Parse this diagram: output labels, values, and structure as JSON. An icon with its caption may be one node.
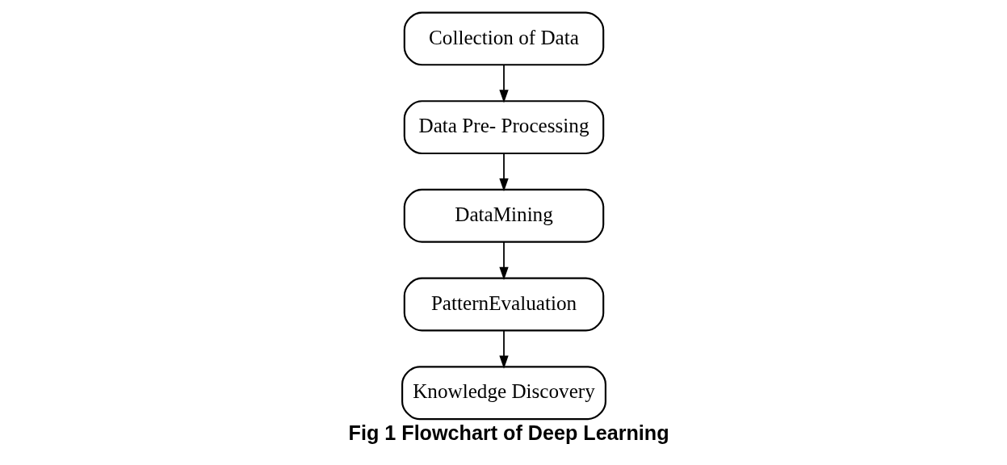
{
  "diagram": {
    "caption": "Fig 1 Flowchart of Deep Learning",
    "nodes": [
      {
        "text": [
          "Collection of Data"
        ]
      },
      {
        "text": [
          "Data Pre- Processing"
        ]
      },
      {
        "text": [
          "DataMining"
        ]
      },
      {
        "text": [
          "PatternEvaluation"
        ]
      },
      {
        "text": [
          "Knowledge Discovery"
        ]
      }
    ],
    "edges": [
      {
        "from": 0,
        "to": 1,
        "arrow": "to"
      },
      {
        "from": 1,
        "to": 2,
        "arrow": "to"
      },
      {
        "from": 2,
        "to": 3,
        "arrow": "to"
      },
      {
        "from": 3,
        "to": 4,
        "arrow": "to"
      }
    ]
  }
}
